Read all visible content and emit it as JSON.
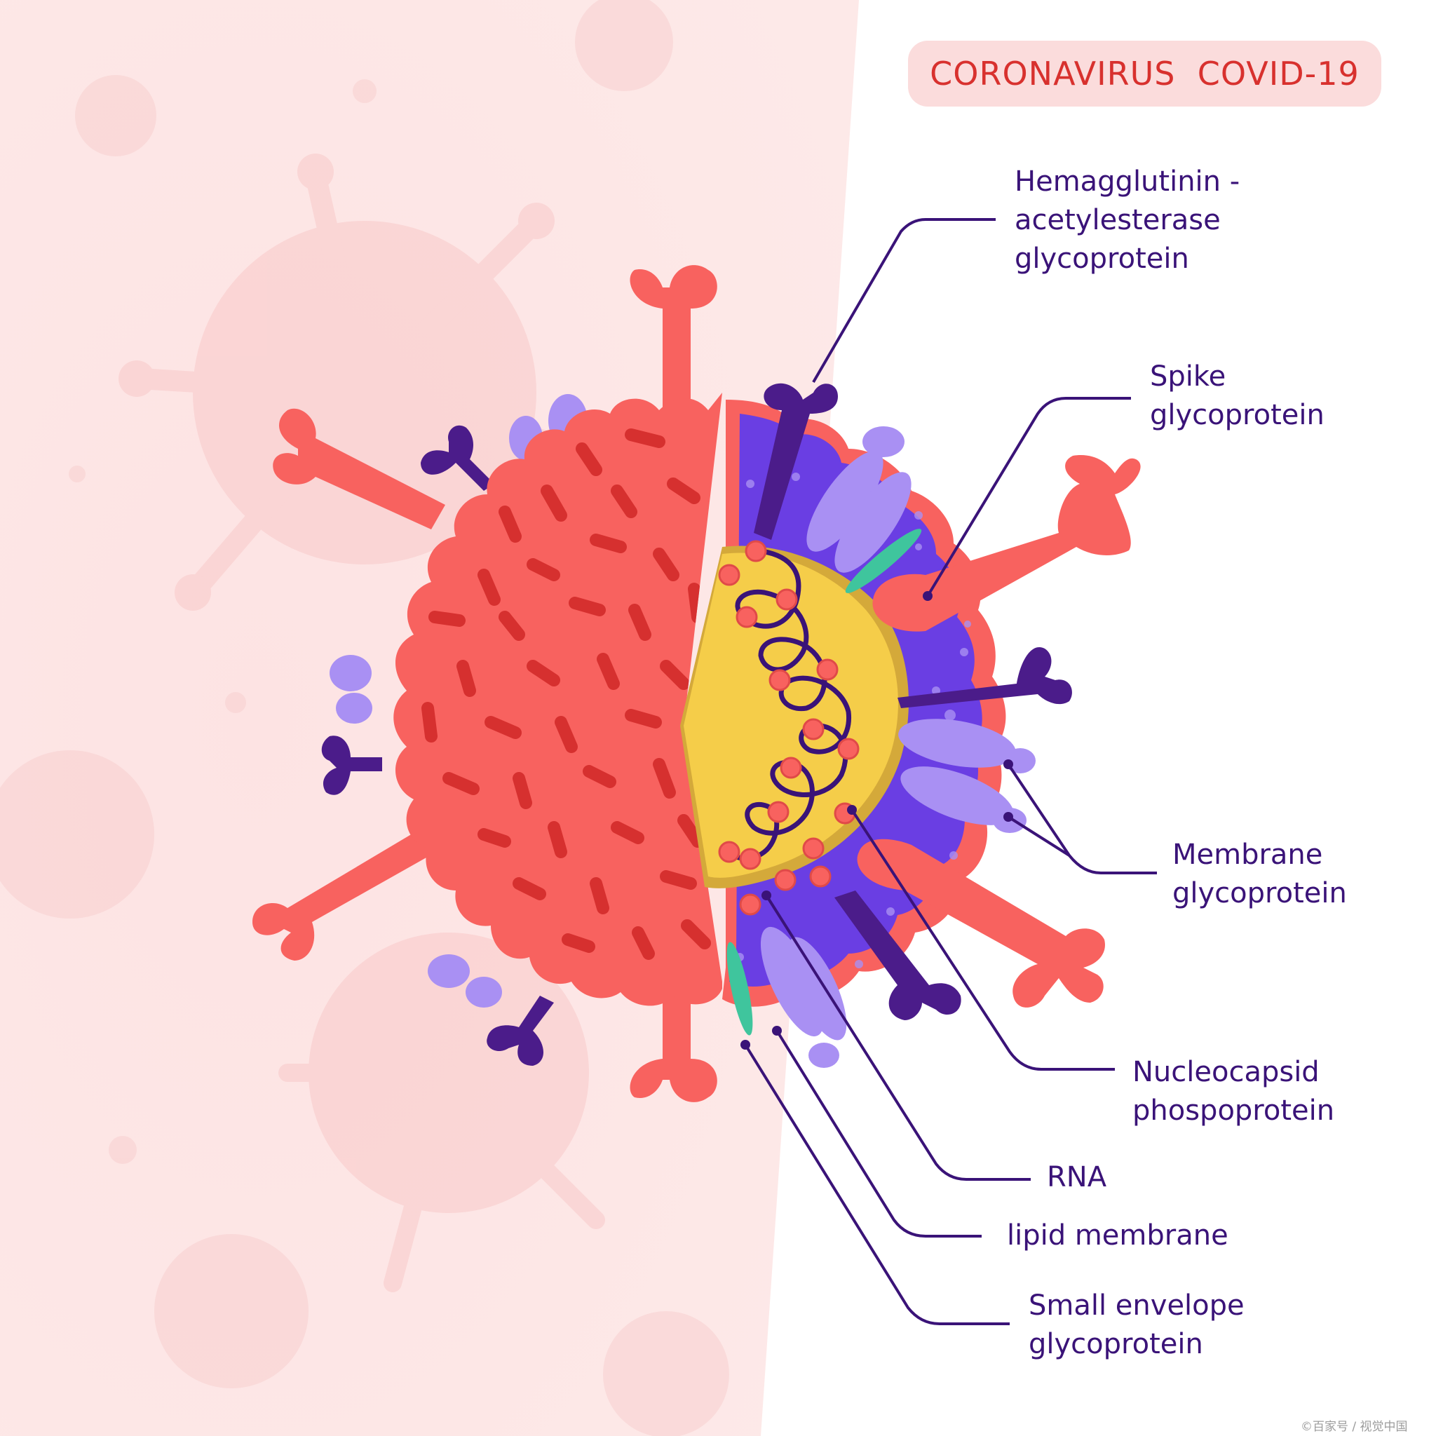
{
  "title": "CORONAVIRUS  COVID-19",
  "labels": {
    "hemagglutinin": [
      "Hemagglutinin -",
      "acetylesterase",
      "glycoprotein"
    ],
    "spike": [
      "Spike",
      "glycoprotein"
    ],
    "membrane": [
      "Membrane",
      "glycoprotein"
    ],
    "nucleocapsid": [
      "Nucleocapsid",
      "phospoprotein"
    ],
    "rna": [
      "RNA"
    ],
    "lipid": [
      "lipid membrane"
    ],
    "envelope": [
      "Small envelope",
      "glycoprotein"
    ]
  },
  "watermark": "©百家号 / 视觉中国",
  "colors": {
    "background_left": "#fde6e6",
    "background_right": "#ffffff",
    "virus_red": "#f8625f",
    "virus_dark_red": "#d6302f",
    "core_yellow": "#f5cd49",
    "membrane_purple": "#6a3ee3",
    "lavender": "#a990f3",
    "dark_purple": "#4b1c8a",
    "teal": "#3fc59d",
    "title_text": "#d8312e",
    "label_text": "#3a1378"
  },
  "icons": [
    "coronavirus-illustration",
    "spike-protein",
    "hemagglutinin-protein",
    "membrane-protein",
    "envelope-protein",
    "rna-strand"
  ]
}
